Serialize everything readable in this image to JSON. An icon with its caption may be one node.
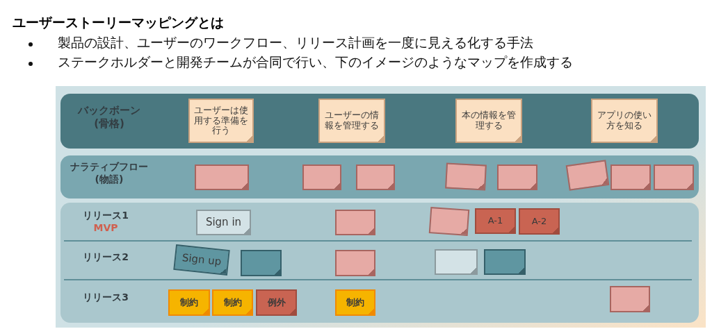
{
  "diagram": {
    "title": "ユーザーストーリーマッピングとは",
    "nodes": [
      {
        "text": [
          "バックボーン(骨格)"
        ]
      },
      {
        "text": [
          "ユーザーは使用する準備を行う"
        ],
        "in": 0
      },
      {
        "text": [
          "ユーザーの情報を管理する"
        ],
        "in": 0
      },
      {
        "text": [
          "本の情報を管理する"
        ],
        "in": 0
      },
      {
        "text": [
          "アプリの使い方を知る"
        ],
        "in": 0
      },
      {
        "text": [
          "ナラティブフロー(物語)"
        ]
      },
      {
        "text": [],
        "shape": "box",
        "in": 5
      },
      {
        "text": [],
        "shape": "box",
        "in": 5
      },
      {
        "text": [],
        "shape": "box",
        "in": 5
      },
      {
        "text": [],
        "shape": "box",
        "in": 5
      },
      {
        "text": [],
        "shape": "box",
        "in": 5
      },
      {
        "text": [],
        "shape": "box",
        "in": 5
      },
      {
        "text": [],
        "shape": "box",
        "in": 5
      },
      {
        "text": [],
        "shape": "box",
        "in": 5
      },
      {
        "text": [
          "リリース1",
          "MVP",
          "リリース2",
          "リリース3"
        ]
      },
      {
        "text": [
          "Sign in"
        ],
        "in": 14
      },
      {
        "text": [],
        "shape": "box",
        "in": 14
      },
      {
        "text": [],
        "shape": "box",
        "in": 14
      },
      {
        "text": [
          "A-1"
        ],
        "in": 14
      },
      {
        "text": [
          "A-2"
        ],
        "in": 14
      },
      {
        "text": [
          "Sign up"
        ],
        "in": 14
      },
      {
        "text": [],
        "shape": "box",
        "in": 14
      },
      {
        "text": [],
        "shape": "box",
        "in": 14
      },
      {
        "text": [],
        "shape": "box",
        "in": 14
      },
      {
        "text": [],
        "shape": "box",
        "in": 14
      },
      {
        "text": [
          "制約"
        ],
        "in": 14
      },
      {
        "text": [
          "制約"
        ],
        "in": 14
      },
      {
        "text": [
          "例外"
        ],
        "in": 14
      },
      {
        "text": [
          "制約"
        ],
        "in": 14
      },
      {
        "text": [],
        "shape": "box",
        "in": 14
      }
    ],
    "labels": [
      "製品の設計、ユーザーのワークフロー、リリース計画を一度に見える化する手法",
      "ステークホルダーと開発チームが合同で行い、下のイメージのようなマップを作成する"
    ]
  }
}
